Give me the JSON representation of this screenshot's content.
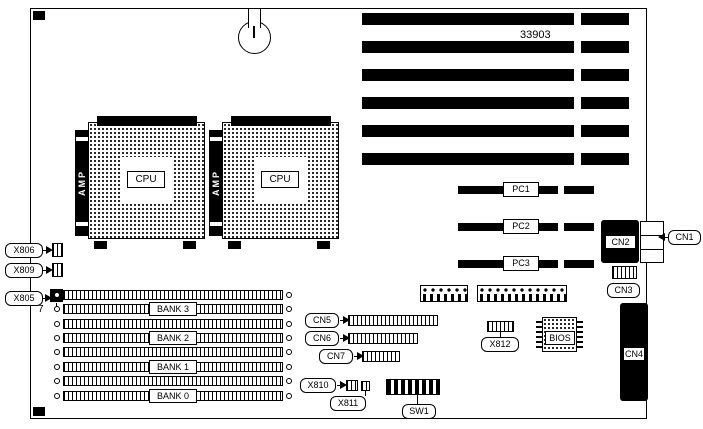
{
  "diagram": {
    "part_number": "33903",
    "cpu_label": "CPU",
    "cpu_connector_brand": "AMP",
    "pin_callout": "7"
  },
  "expansion": {
    "pci_slots": [
      "PC1",
      "PC2",
      "PC3"
    ]
  },
  "memory": {
    "bank_labels": [
      "BANK 3",
      "BANK 2",
      "BANK 1",
      "BANK 0"
    ]
  },
  "connectors": {
    "x806": "X806",
    "x809": "X809",
    "x805": "X805",
    "cn5": "CN5",
    "cn6": "CN6",
    "cn7": "CN7",
    "x810": "X810",
    "x811": "X811",
    "x812": "X812",
    "sw1": "SW1",
    "bios": "BIOS",
    "cn1": "CN1",
    "cn2": "CN2",
    "cn3": "CN3",
    "cn4": "CN4"
  },
  "colors": {
    "ink": "#000000",
    "background": "#ffffff"
  }
}
